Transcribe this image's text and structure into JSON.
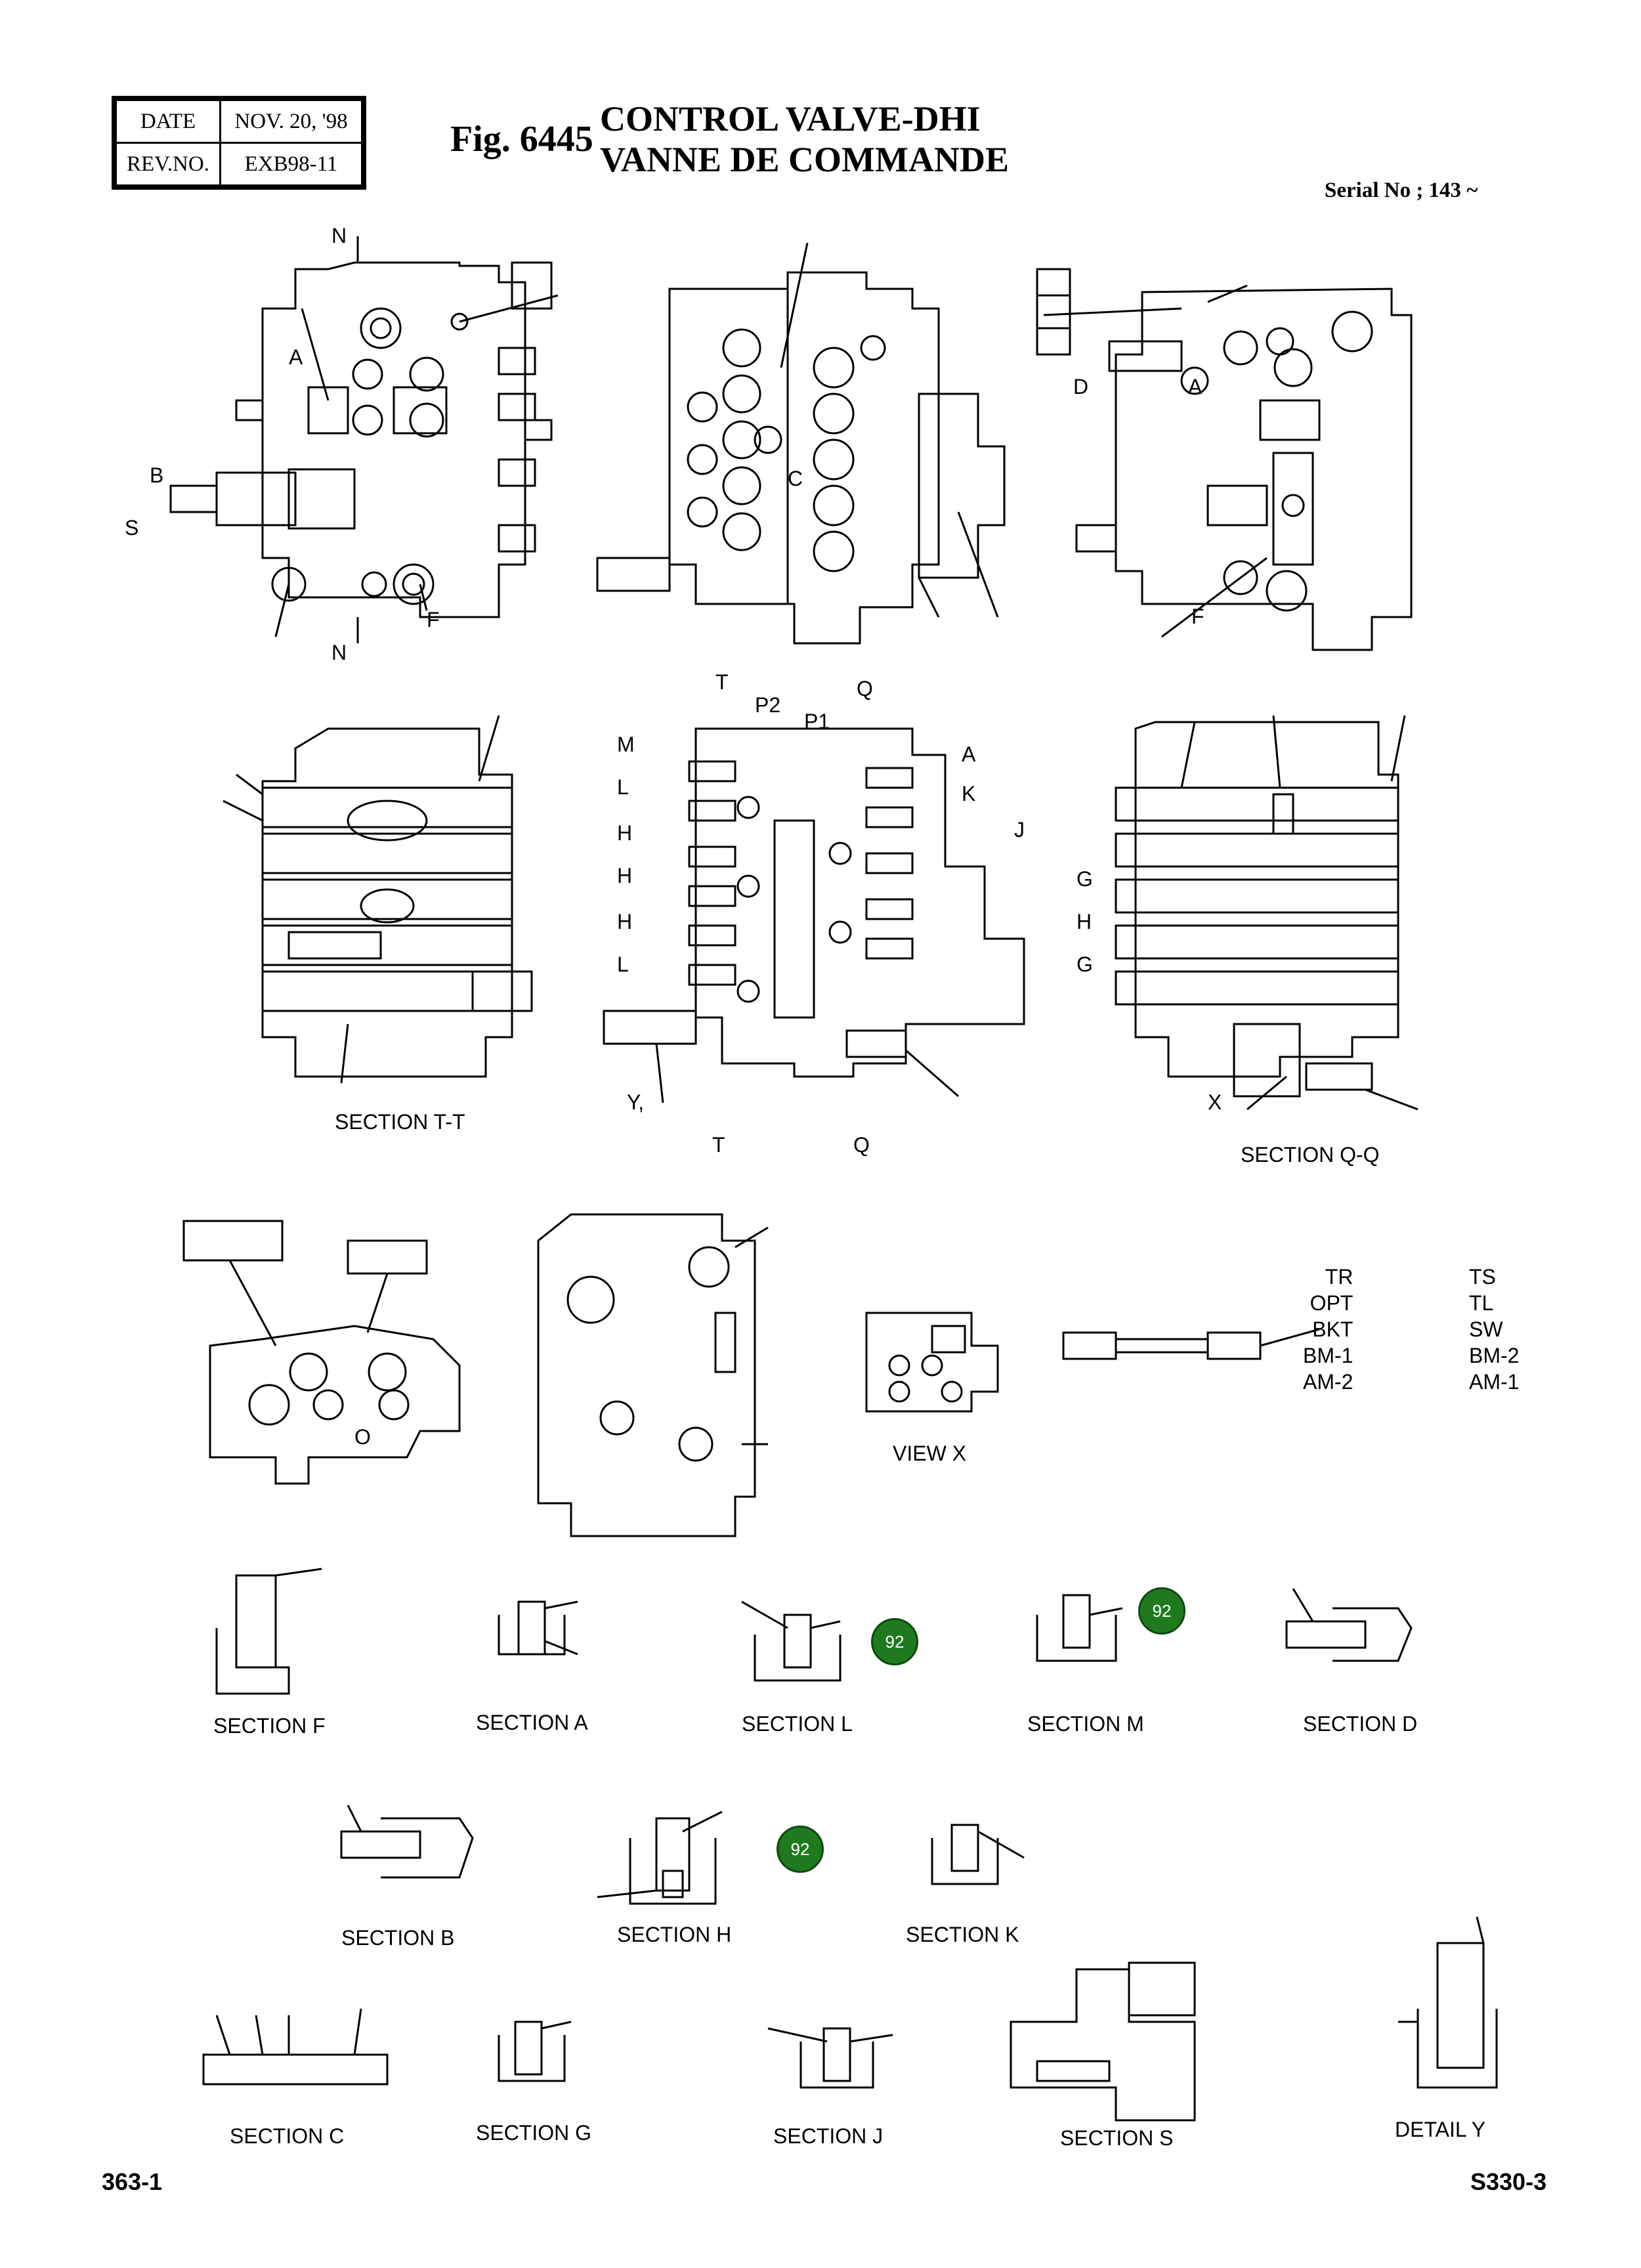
{
  "header": {
    "date_label": "DATE",
    "date_value": "NOV. 20, '98",
    "rev_label": "REV.NO.",
    "rev_value": "EXB98-11"
  },
  "figure": {
    "number": "Fig. 6445",
    "title_en": "CONTROL VALVE-DHI",
    "title_fr": "VANNE DE COMMANDE",
    "serial": "Serial No ; 143 ~"
  },
  "views": {
    "section_tt": "SECTION  T-T",
    "section_qq": "SECTION  Q-Q",
    "view_x": "VIEW X",
    "section_f": "SECTION  F",
    "section_a": "SECTION  A",
    "section_l": "SECTION  L",
    "section_m": "SECTION  M",
    "section_d": "SECTION  D",
    "section_b": "SECTION  B",
    "section_h": "SECTION  H",
    "section_k": "SECTION  K",
    "section_c": "SECTION  C",
    "section_g": "SECTION  G",
    "section_j": "SECTION  J",
    "section_s": "SECTION  S",
    "detail_y": "DETAIL  Y"
  },
  "spool_legend": {
    "left": [
      "TR",
      "OPT",
      "BKT",
      "BM-1",
      "AM-2"
    ],
    "right": [
      "TS",
      "TL",
      "SW",
      "BM-2",
      "AM-1"
    ]
  },
  "callouts": [
    "92",
    "92",
    "92"
  ],
  "markers": {
    "n": "N",
    "a": "A",
    "b": "B",
    "s": "S",
    "f": "F",
    "c": "C",
    "d": "D",
    "t": "T",
    "p2": "P2",
    "p1": "P1",
    "q": "Q",
    "m": "M",
    "l": "L",
    "h": "H",
    "k": "K",
    "j": "J",
    "g": "G",
    "x": "X",
    "y": "Y,",
    "o": "O"
  },
  "footer": {
    "page": "363-1",
    "code": "S330-3"
  }
}
